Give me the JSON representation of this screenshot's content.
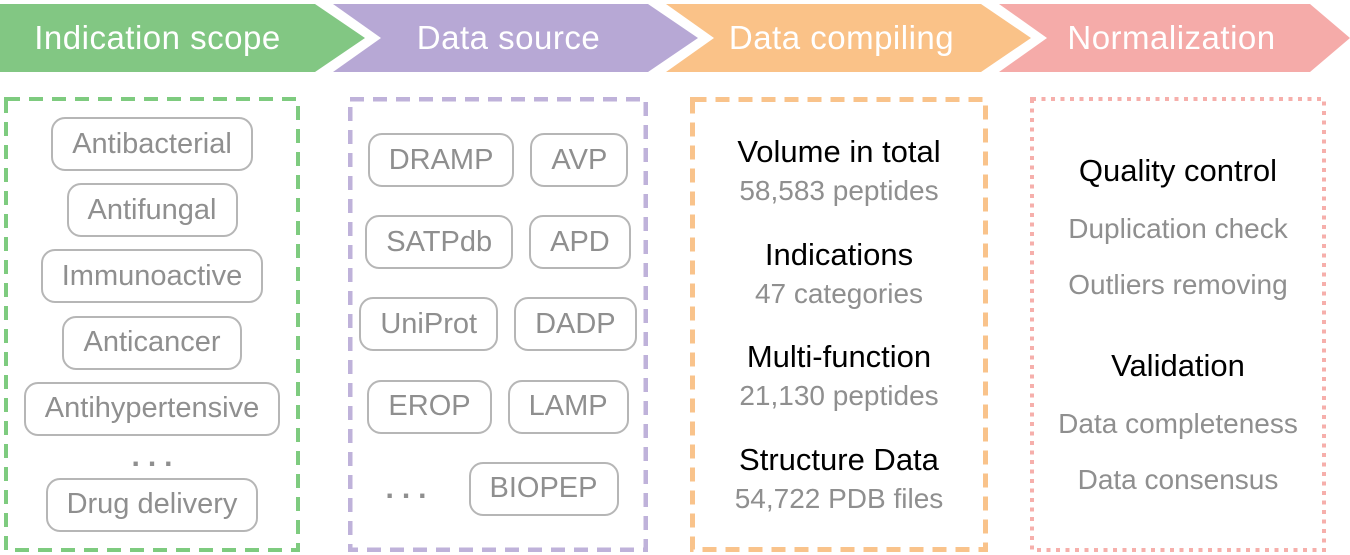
{
  "flow": {
    "stages": [
      {
        "label": "Indication scope",
        "color": "#82C783"
      },
      {
        "label": "Data source",
        "color": "#B7A8D5"
      },
      {
        "label": "Data compiling",
        "color": "#FAC288"
      },
      {
        "label": "Normalization",
        "color": "#F5ABA9"
      }
    ]
  },
  "indication_scope": {
    "border_color": "#7ECB7F",
    "pills": [
      "Antibacterial",
      "Antifungal",
      "Immunoactive",
      "Anticancer",
      "Antihypertensive",
      "Drug delivery"
    ],
    "ellipsis": "..."
  },
  "data_source": {
    "border_color": "#BFB2DA",
    "rows": [
      [
        "DRAMP",
        "AVP"
      ],
      [
        "SATPdb",
        "APD"
      ],
      [
        "UniProt",
        "DADP"
      ],
      [
        "EROP",
        "LAMP"
      ]
    ],
    "ellipsis": "...",
    "last_pill": "BIOPEP"
  },
  "data_compiling": {
    "border_color": "#F9C38B",
    "stats": [
      {
        "title": "Volume in total",
        "value": "58,583 peptides"
      },
      {
        "title": "Indications",
        "value": "47 categories"
      },
      {
        "title": "Multi-function",
        "value": "21,130 peptides"
      },
      {
        "title": "Structure Data",
        "value": "54,722 PDB files"
      }
    ]
  },
  "normalization": {
    "border_color": "#F6AFAB",
    "groups": [
      {
        "title": "Quality control",
        "items": [
          "Duplication check",
          "Outliers removing"
        ]
      },
      {
        "title": "Validation",
        "items": [
          "Data completeness",
          "Data consensus"
        ]
      }
    ]
  },
  "colors": {
    "pill_border": "#B6B6B6",
    "muted_text": "#8F8F8F",
    "title_text": "#000000",
    "stage_text": "#FFFFFF"
  }
}
